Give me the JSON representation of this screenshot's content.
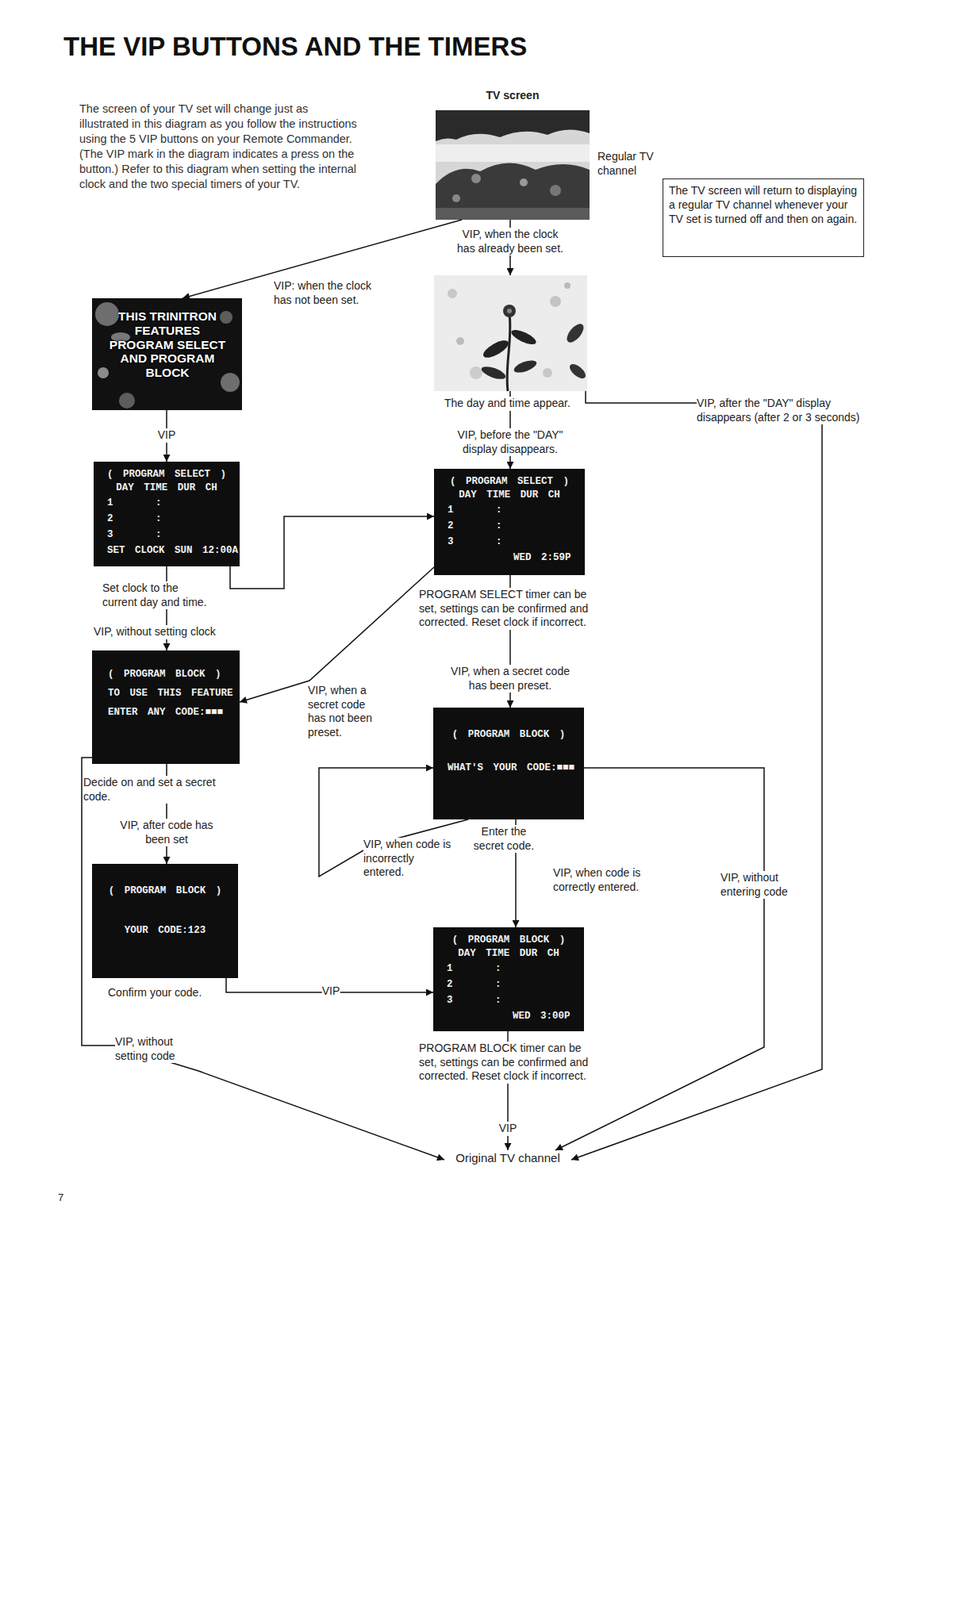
{
  "diagram": {
    "title": "THE VIP BUTTONS AND THE TIMERS",
    "nodes": [
      {
        "text": [
          "TV screen",
          "Regular TV channel"
        ]
      },
      {
        "text": [
          "The TV screen will return to displaying a regular TV channel whenever your TV set is turned off and then on again."
        ]
      },
      {
        "text": [
          "THIS TRINITRON FEATURES PROGRAM SELECT AND PROGRAM BLOCK"
        ]
      },
      {
        "text": [
          "The day and time appear."
        ]
      },
      {
        "text": [
          "( PROGRAM SELECT )",
          "DAY TIME DUR CH",
          "1",
          ":",
          "2",
          ":",
          "3",
          ":",
          "SET CLOCK SUN 12:00A"
        ]
      },
      {
        "text": [
          "( PROGRAM SELECT )",
          "DAY TIME DUR CH",
          "1",
          ":",
          "2",
          ":",
          "3",
          ":",
          "WED 2:59P",
          "PROGRAM SELECT timer can be set, settings can be confirmed and corrected. Reset clock if incorrect."
        ]
      },
      {
        "text": [
          "( PROGRAM BLOCK )",
          "TO USE THIS FEATURE",
          "ENTER ANY CODE:■■■"
        ]
      },
      {
        "text": [
          "( PROGRAM BLOCK )",
          "WHAT'S YOUR CODE:■■■"
        ]
      },
      {
        "text": [
          "( PROGRAM BLOCK )",
          "YOUR CODE:123"
        ]
      },
      {
        "text": [
          "( PROGRAM BLOCK )",
          "DAY TIME DUR CH",
          "1",
          ":",
          "2",
          ":",
          "3",
          ":",
          "WED 3:00P",
          "PROGRAM BLOCK timer can be set, settings can be confirmed and corrected. Reset clock if incorrect."
        ]
      },
      {
        "text": [
          "Original TV channel"
        ]
      }
    ],
    "edges": [
      {
        "from": 0,
        "to": 2,
        "label": "VIP: when the clock has not been set.",
        "arrow": "to"
      },
      {
        "from": 0,
        "to": 3,
        "label": "VIP, when the clock has already been set.",
        "arrow": "to"
      },
      {
        "from": 2,
        "to": 4,
        "label": "VIP",
        "arrow": "to"
      },
      {
        "from": 4,
        "to": 5,
        "label": "Set clock to the current day and time.",
        "arrow": "to"
      },
      {
        "from": 4,
        "to": 6,
        "label": "VIP, without setting clock",
        "arrow": "to"
      },
      {
        "from": 3,
        "to": 5,
        "label": "VIP, before the \"DAY\" display disappears.",
        "arrow": "to"
      },
      {
        "from": 3,
        "to": 10,
        "label": "VIP, after the \"DAY\" display disappears (after 2 or 3 seconds)",
        "arrow": "to"
      },
      {
        "from": 5,
        "to": 6,
        "label": "VIP, when a secret code has not been preset.",
        "arrow": "to"
      },
      {
        "from": 5,
        "to": 7,
        "label": "VIP, when a secret code has been preset.",
        "arrow": "to"
      },
      {
        "from": 6,
        "to": 8,
        "label": "VIP, after code has been set",
        "arrow": "to"
      },
      {
        "from": 6,
        "to": 10,
        "label": "VIP, without setting code",
        "arrow": "to"
      },
      {
        "from": 8,
        "to": 9,
        "label": "VIP",
        "arrow": "to"
      },
      {
        "from": 7,
        "to": 7,
        "label": "VIP, when code is incorrectly entered.",
        "arrow": "to"
      },
      {
        "from": 7,
        "to": 9,
        "label": "VIP, when code is correctly entered.",
        "arrow": "to"
      },
      {
        "from": 7,
        "to": 10,
        "label": "VIP, without entering code",
        "arrow": "to"
      },
      {
        "from": 9,
        "to": 10,
        "label": "VIP",
        "arrow": "to"
      }
    ],
    "labels": [
      "The screen of your TV set will change just as illustrated in this diagram as you follow the instructions using the 5 VIP buttons on your Remote Commander. (The VIP mark in the diagram indicates a press on the button.) Refer to this diagram when setting the internal clock and the two special timers of your TV.",
      "Decide on and set a secret code.",
      "Confirm your code.",
      "Enter the secret code.",
      "7"
    ]
  }
}
